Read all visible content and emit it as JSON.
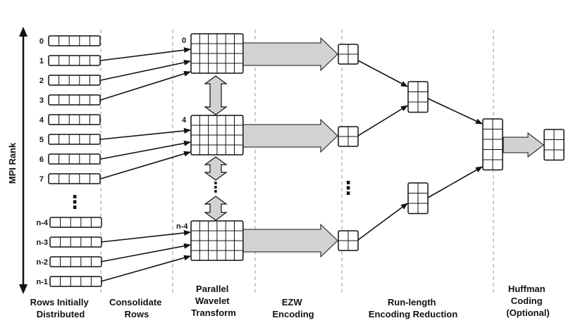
{
  "axis": {
    "label": "MPI Rank"
  },
  "ranks": [
    "0",
    "1",
    "2",
    "3",
    "4",
    "5",
    "6",
    "7",
    "n-4",
    "n-3",
    "n-2",
    "n-1"
  ],
  "ellipsis": "⋮",
  "wavelet_labels": [
    "0",
    "4",
    "n-4"
  ],
  "stages": [
    {
      "line1": "Rows Initially",
      "line2": "Distributed"
    },
    {
      "line1": "Consolidate",
      "line2": "Rows"
    },
    {
      "line1": "Parallel",
      "line2": "Wavelet",
      "line3": "Transform"
    },
    {
      "line1": "EZW",
      "line2": "Encoding"
    },
    {
      "line1": "Run-length",
      "line2": "Encoding Reduction"
    },
    {
      "line1": "Huffman",
      "line2": "Coding",
      "line3": "(Optional)"
    }
  ],
  "colors": {
    "line": "#111111",
    "divider": "#9a9a9a",
    "arrow_fill": "#d2d2d2",
    "grid_fill": "#ffffff"
  }
}
